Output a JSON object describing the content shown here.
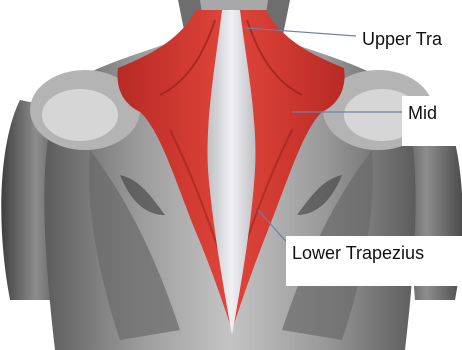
{
  "labels": {
    "upper": "Upper Tra",
    "mid": "Mid",
    "lower": "Lower Trapezius"
  },
  "colors": {
    "muscle_red": "#d9372f",
    "muscle_dark": "#a8221e",
    "skin_gray": "#8e8e8e",
    "spine_light": "#e4e4e8",
    "leader_line": "#6f7fa6"
  }
}
